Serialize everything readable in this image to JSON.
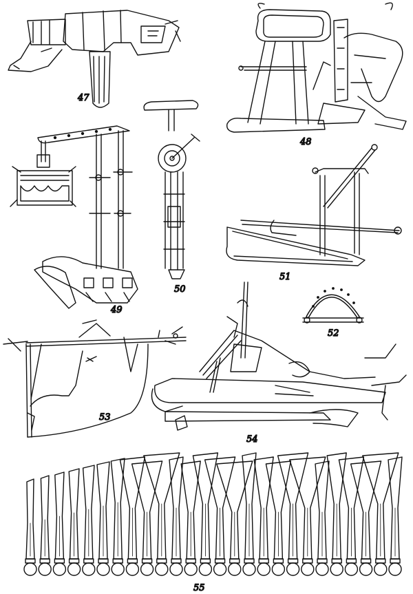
{
  "plate": {
    "figures": [
      {
        "id": "47",
        "label": "47"
      },
      {
        "id": "48",
        "label": "48"
      },
      {
        "id": "49",
        "label": "49"
      },
      {
        "id": "50",
        "label": "50"
      },
      {
        "id": "51",
        "label": "51"
      },
      {
        "id": "52",
        "label": "52"
      },
      {
        "id": "53",
        "label": "53"
      },
      {
        "id": "54",
        "label": "54"
      },
      {
        "id": "55",
        "label": "55"
      }
    ],
    "chisel_count": 26,
    "ink_color": "#111111",
    "paper_color": "#ffffff"
  }
}
